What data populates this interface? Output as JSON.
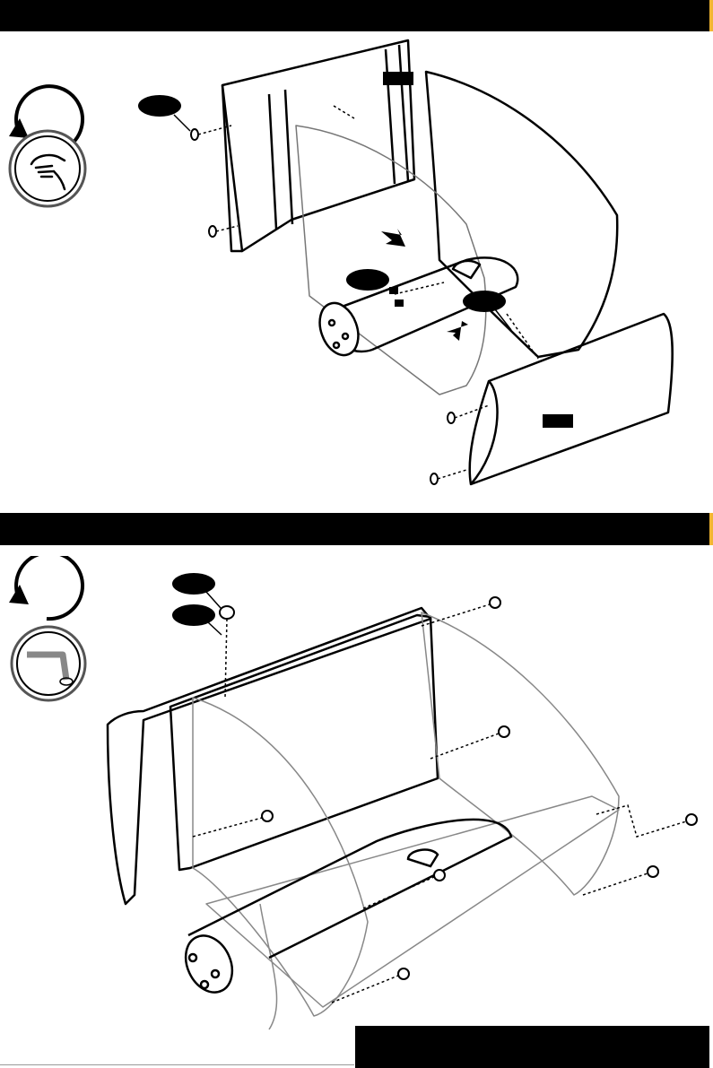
{
  "page": {
    "background": "#ffffff",
    "bar_color": "#000000",
    "edge_accent": "#f2b632"
  },
  "step1": {
    "icons": [
      "rotate-icon",
      "hand-tighten-icon"
    ],
    "callouts": [
      "callout-oval-left",
      "callout-oval-center",
      "callout-oval-right"
    ],
    "tags": [
      "tag-rect-top",
      "tag-rect-bottom"
    ]
  },
  "step2": {
    "icons": [
      "rotate-icon",
      "allen-key-icon"
    ],
    "callouts": [
      "callout-oval-bolt",
      "callout-oval-washer"
    ]
  }
}
